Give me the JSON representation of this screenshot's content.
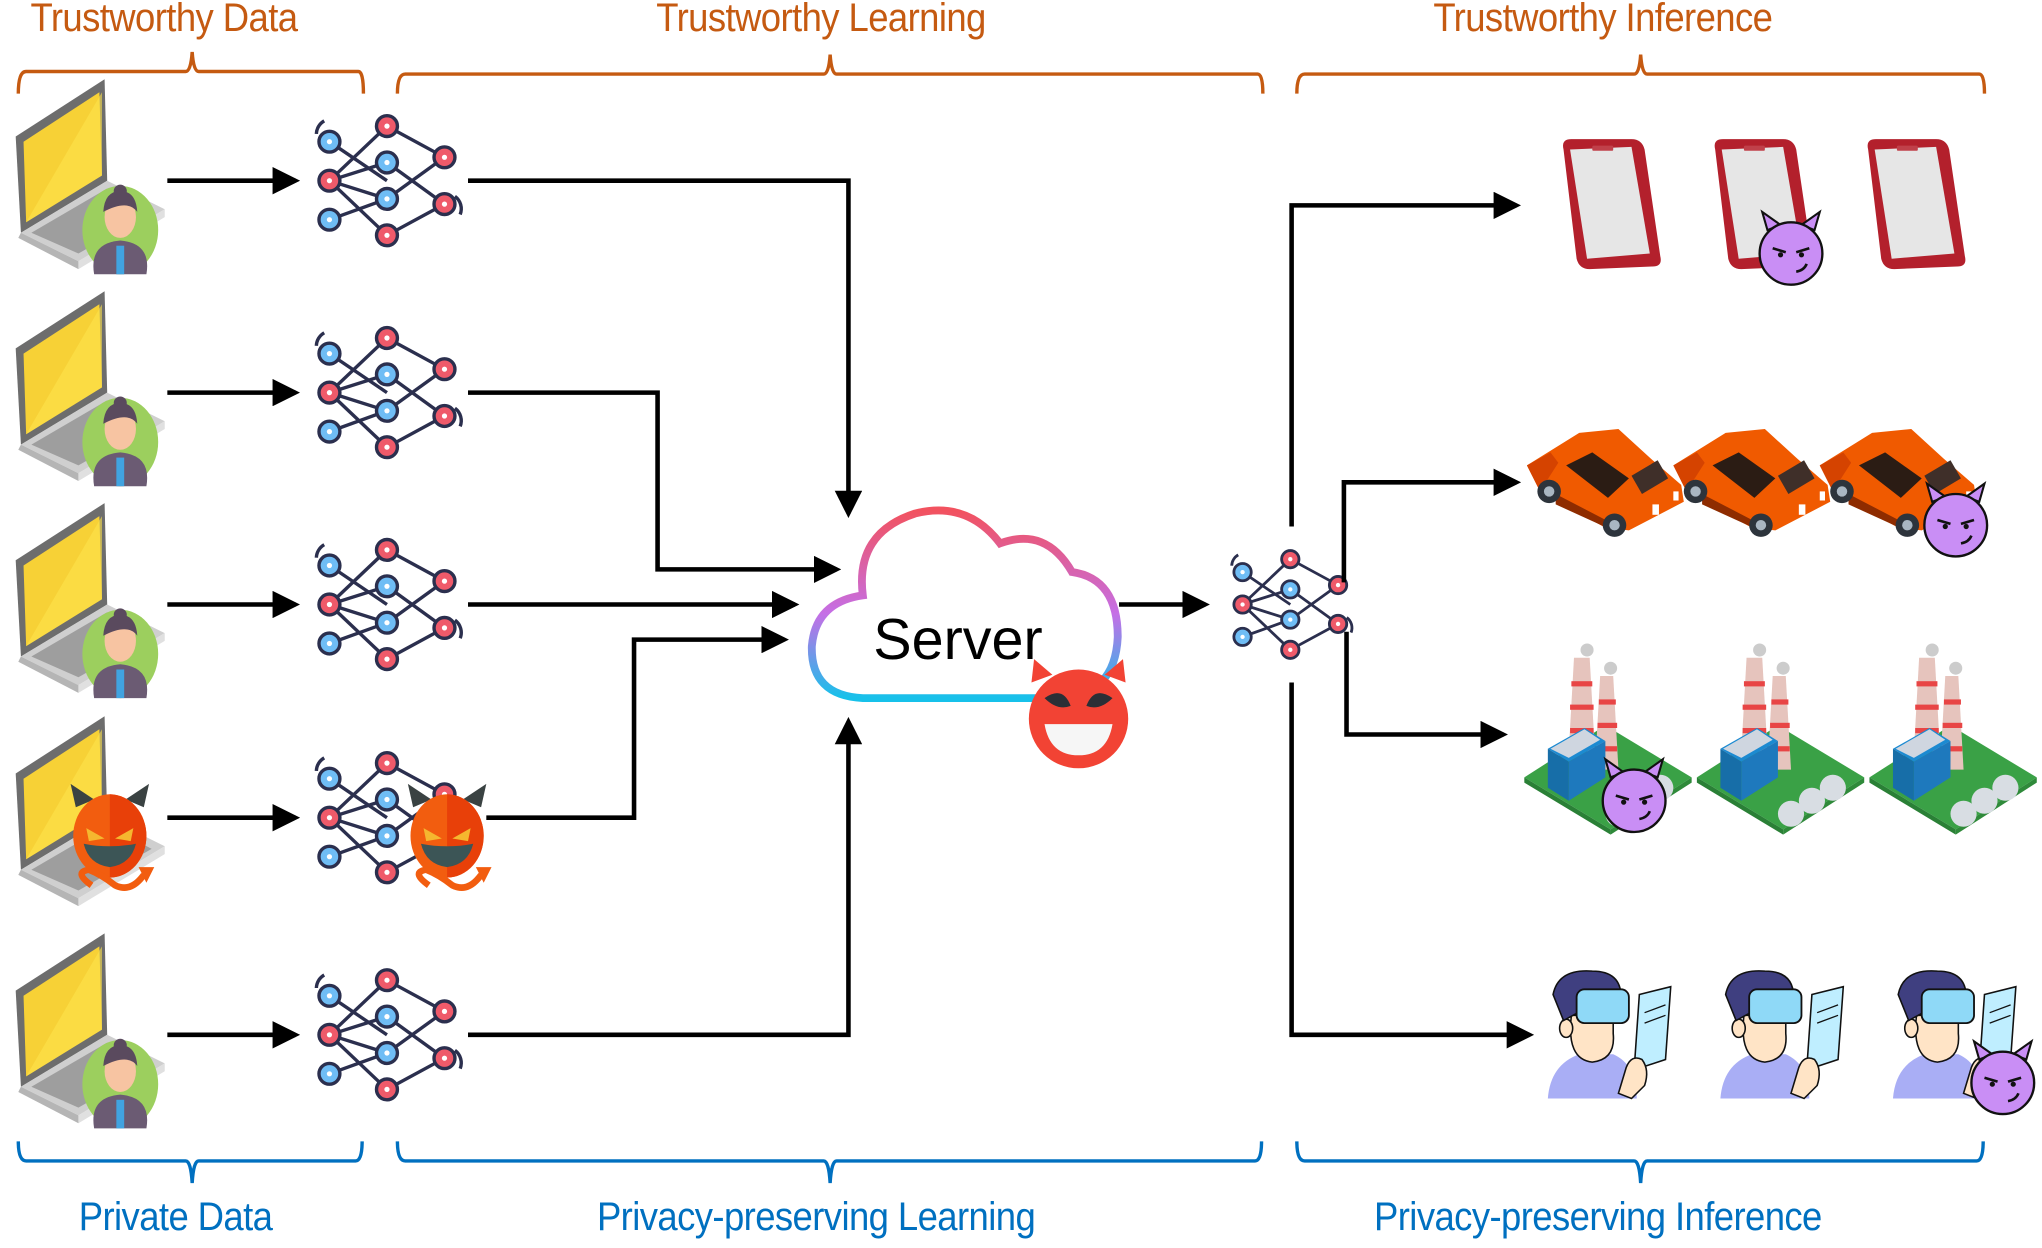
{
  "top_labels": {
    "data": "Trustworthy Data",
    "learning": "Trustworthy Learning",
    "inference": "Trustworthy Inference"
  },
  "bottom_labels": {
    "data": "Private Data",
    "learning": "Privacy-preserving Learning",
    "inference": "Privacy-preserving Inference"
  },
  "server": {
    "label": "Server",
    "status": "malicious"
  },
  "clients": [
    {
      "device": "laptop-icon",
      "owner": "user-avatar",
      "malicious": false
    },
    {
      "device": "laptop-icon",
      "owner": "user-avatar",
      "malicious": false
    },
    {
      "device": "laptop-icon",
      "owner": "user-avatar",
      "malicious": false
    },
    {
      "device": "laptop-icon",
      "owner": "devil-icon",
      "malicious": true
    },
    {
      "device": "laptop-icon",
      "owner": "user-avatar",
      "malicious": false
    }
  ],
  "inference_groups": [
    {
      "type": "smartphone",
      "count": 3,
      "malicious_index": 1
    },
    {
      "type": "car",
      "count": 3,
      "malicious_index": 2
    },
    {
      "type": "factory",
      "count": 3,
      "malicious_index": 0
    },
    {
      "type": "vr-user",
      "count": 3,
      "malicious_index": 2
    }
  ],
  "colors": {
    "trust": "#c55a11",
    "privacy": "#0070c0",
    "arrow": "#000000",
    "nn_red": "#ef5a6a",
    "nn_blue": "#6fbdf5",
    "nn_stroke": "#2b2f4e",
    "devil_purple": "#c98ef5",
    "devil_red": "#f24334"
  }
}
